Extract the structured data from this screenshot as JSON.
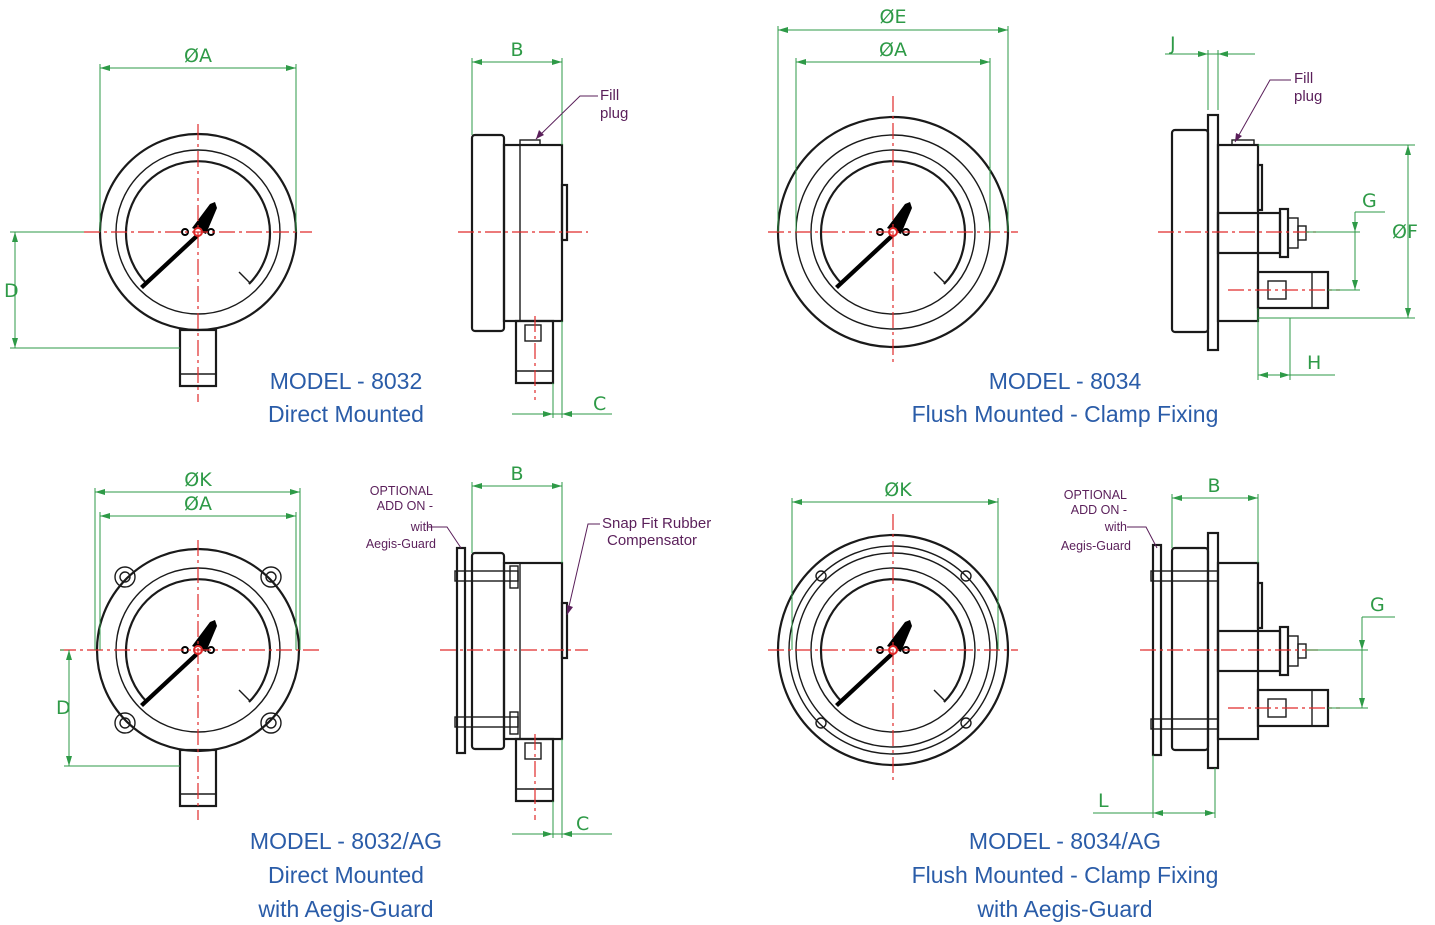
{
  "dimensions": {
    "a": "ØA",
    "b": "B",
    "c": "C",
    "d": "D",
    "e": "ØE",
    "f": "ØF",
    "g": "G",
    "h": "H",
    "j": "J",
    "k": "ØK",
    "l": "L"
  },
  "notes": {
    "fill_plug": [
      "Fill",
      "plug"
    ],
    "optional_add_on": [
      "OPTIONAL",
      "ADD ON -",
      "with",
      "Aegis-Guard"
    ],
    "snap_fit": [
      "Snap Fit Rubber",
      "Compensator"
    ]
  },
  "models": {
    "m8032": [
      "MODEL - 8032",
      "Direct Mounted"
    ],
    "m8034": [
      "MODEL - 8034",
      "Flush  Mounted - Clamp Fixing"
    ],
    "m8032ag": [
      "MODEL - 8032/AG",
      "Direct Mounted",
      "with Aegis-Guard"
    ],
    "m8034ag": [
      "MODEL - 8034/AG",
      "Flush  Mounted - Clamp Fixing",
      "with Aegis-Guard"
    ]
  },
  "colors": {
    "dimension": "#2e9a47",
    "centerline": "#e02a2a",
    "model_text": "#2a5ca8",
    "note_text": "#5a1f5a",
    "outline": "#1a1a1a"
  }
}
